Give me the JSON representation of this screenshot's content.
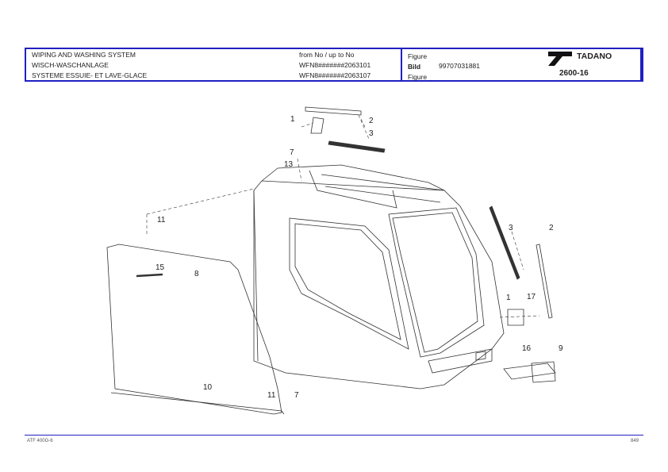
{
  "header": {
    "title_en": "WIPING AND WASHING SYSTEM",
    "title_de": "WISCH-WASCHANLAGE",
    "title_fr": "SYSTEME ESSUIE- ET LAVE-GLACE",
    "range_label": "from No / up to No",
    "range_from": "WFN8#######2063101",
    "range_to": "WFN8#######2063107",
    "figure_label_1": "Figure",
    "bild_label": "Bild",
    "figure_label_2": "Figure",
    "drawing_number": "99707031881",
    "brand": "TADANO",
    "page_code": "2600-16",
    "border_color": "#2020c0"
  },
  "callouts": [
    "1",
    "2",
    "3",
    "7",
    "13",
    "11",
    "15",
    "8",
    "3",
    "2",
    "1",
    "17",
    "16",
    "9",
    "10",
    "11",
    "7"
  ],
  "footer": {
    "model": "ATF 400G-6",
    "page": "849"
  }
}
